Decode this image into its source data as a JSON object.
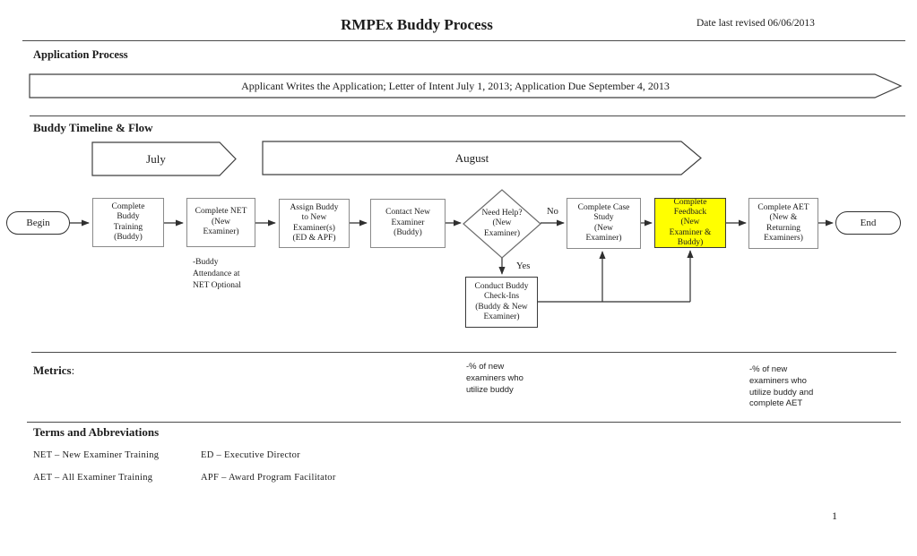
{
  "header": {
    "title": "RMPEx Buddy Process",
    "revision": "Date last revised 06/06/2013"
  },
  "application_process": {
    "heading": "Application Process",
    "banner_text": "Applicant Writes the Application; Letter of Intent July 1, 2013; Application Due September 4, 2013"
  },
  "timeline": {
    "heading": "Buddy Timeline & Flow",
    "months": [
      {
        "label": "July"
      },
      {
        "label": "August"
      }
    ]
  },
  "flow": {
    "begin_label": "Begin",
    "end_label": "End",
    "steps": [
      {
        "label": "Complete\nBuddy\nTraining\n(Buddy)"
      },
      {
        "label": "Complete NET\n(New\nExaminer)"
      },
      {
        "label": "Assign Buddy\nto New\nExaminer(s)\n(ED & APF)"
      },
      {
        "label": "Contact New\nExaminer\n(Buddy)"
      },
      {
        "label": "Complete Case\nStudy\n(New\nExaminer)"
      },
      {
        "label": "Complete\nFeedback\n(New\nExaminer &\nBuddy)",
        "highlight": true
      },
      {
        "label": "Complete AET\n(New &\nReturning\nExaminers)"
      },
      {
        "label": "Conduct Buddy\nCheck-Ins\n(Buddy & New\nExaminer)"
      }
    ],
    "decision": {
      "label": "Need Help?\n(New\nExaminer)",
      "no_label": "No",
      "yes_label": "Yes"
    },
    "note": "-Buddy\nAttendance at\nNET Optional",
    "highlight_color": "#ffff00"
  },
  "metrics": {
    "heading": "Metrics",
    "colon": ":",
    "notes": [
      {
        "text": "-% of new\nexaminers who\nutilize buddy"
      },
      {
        "text": "-% of new\nexaminers who\nutilize buddy and\ncomplete AET"
      }
    ]
  },
  "terms": {
    "heading": "Terms and Abbreviations",
    "items": [
      {
        "text": "NET – New Examiner Training"
      },
      {
        "text": "AET – All Examiner Training"
      },
      {
        "text": "ED – Executive Director"
      },
      {
        "text": "APF – Award Program Facilitator"
      }
    ]
  },
  "page_number": "1"
}
